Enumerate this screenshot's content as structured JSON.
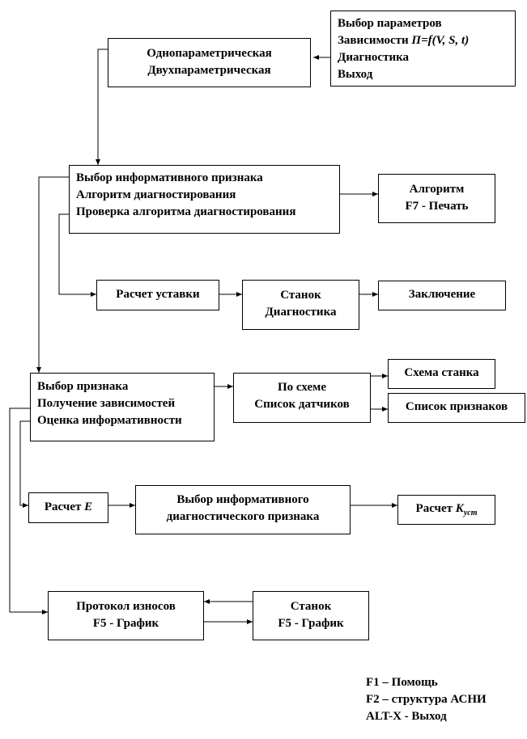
{
  "boxes": {
    "main_menu": [
      "Выбор параметров",
      "Зависимости П=f(V, S, t)",
      "Диагностика",
      "Выход"
    ],
    "param_type": [
      "Однопараметрическая",
      "Двухпараметрическая"
    ],
    "informative": [
      "Выбор информативного признака",
      "Алгоритм диагностирования",
      "Проверка алгоритма диагностирования"
    ],
    "algorithm": [
      "Алгоритм",
      "F7 - Печать"
    ],
    "setpoint": [
      "Расчет уставки"
    ],
    "machine_diag": [
      "Станок",
      "Диагностика"
    ],
    "conclusion": [
      "Заключение"
    ],
    "feature": [
      "Выбор признака",
      "Получение зависимостей",
      "Оценка информативности"
    ],
    "by_scheme": [
      "По схеме",
      "Список датчиков"
    ],
    "machine_scheme": [
      "Схема станка"
    ],
    "feature_list": [
      "Список признаков"
    ],
    "calc_e": [
      "Расчет E"
    ],
    "informative_diag": [
      "Выбор информативного",
      "диагностического признака"
    ],
    "calc_k": [
      "Расчет K",
      "уст"
    ],
    "wear_protocol": [
      "Протокол износов",
      "F5 - График"
    ],
    "machine_graph": [
      "Станок",
      "F5 - График"
    ]
  },
  "notes": [
    "F1 – Помощь",
    "F2 – структура АСНИ",
    "ALT-X - Выход"
  ]
}
